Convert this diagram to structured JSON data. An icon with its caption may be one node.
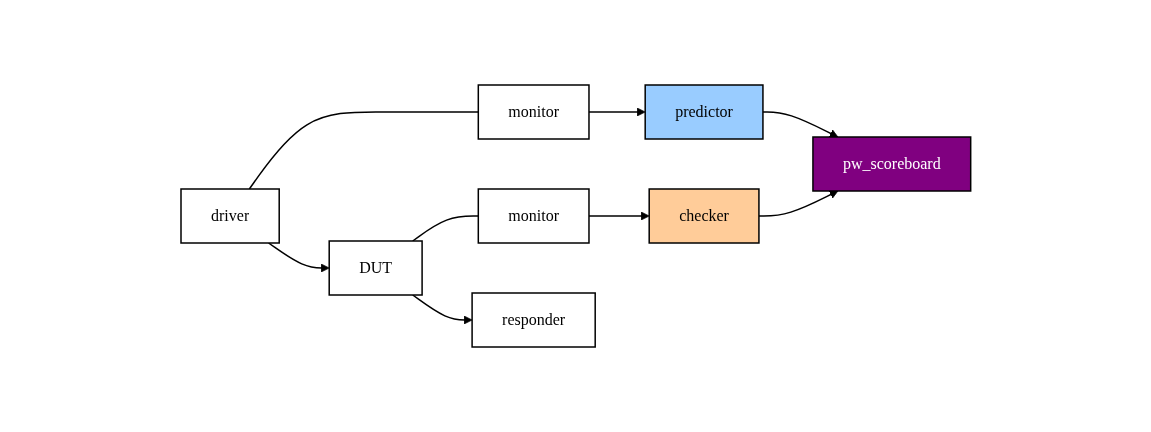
{
  "diagram": {
    "nodes": [
      {
        "text": [
          "predictor"
        ]
      },
      {
        "text": [
          "pw_scoreboard"
        ]
      },
      {
        "text": [
          "checker"
        ]
      },
      {
        "text": [
          "monitor"
        ]
      },
      {
        "text": [
          "monitor"
        ]
      },
      {
        "text": [
          "driver"
        ]
      },
      {
        "text": [
          "DUT"
        ]
      },
      {
        "text": [
          "responder"
        ]
      }
    ],
    "edges": [
      {
        "from": 0,
        "to": 1,
        "arrow": "to"
      },
      {
        "from": 2,
        "to": 1,
        "arrow": "to"
      },
      {
        "from": 3,
        "to": 0,
        "arrow": "to"
      },
      {
        "from": 4,
        "to": 2,
        "arrow": "to"
      },
      {
        "from": 5,
        "to": 6,
        "arrow": "to"
      },
      {
        "from": 5,
        "to": 3,
        "arrow": "none"
      },
      {
        "from": 6,
        "to": 7,
        "arrow": "to"
      },
      {
        "from": 6,
        "to": 4,
        "arrow": "none"
      }
    ]
  }
}
